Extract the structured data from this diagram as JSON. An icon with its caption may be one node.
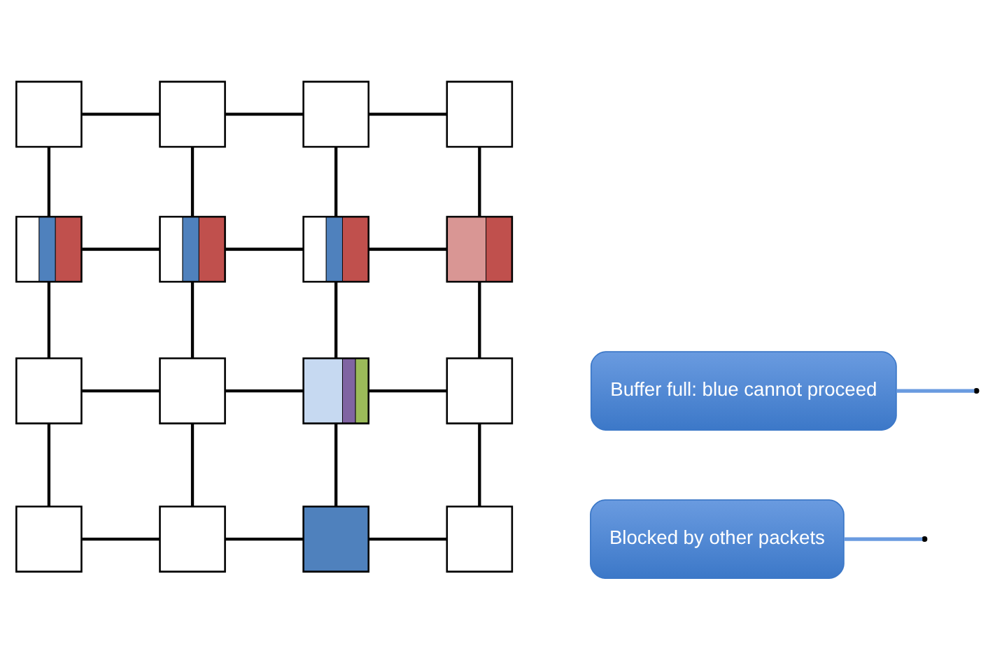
{
  "diagram": {
    "nodes": [
      {
        "text": [],
        "shape": "box"
      },
      {
        "text": [],
        "shape": "box"
      },
      {
        "text": [],
        "shape": "box"
      },
      {
        "text": [],
        "shape": "box"
      },
      {
        "text": [],
        "shape": "box"
      },
      {
        "text": [],
        "shape": "box"
      },
      {
        "text": [],
        "shape": "box"
      },
      {
        "text": [],
        "shape": "box"
      },
      {
        "text": [],
        "shape": "box"
      },
      {
        "text": [],
        "shape": "box"
      },
      {
        "text": [],
        "shape": "box"
      },
      {
        "text": [],
        "shape": "box"
      },
      {
        "text": [],
        "shape": "box"
      },
      {
        "text": [],
        "shape": "box"
      },
      {
        "text": [],
        "shape": "box"
      },
      {
        "text": [],
        "shape": "box"
      },
      {
        "text": [
          "Buffer full: blue cannot proceed"
        ]
      },
      {
        "text": [
          "Blocked by other packets"
        ]
      }
    ],
    "edges": [
      {
        "from": 0,
        "to": 1,
        "arrow": "none"
      },
      {
        "from": 1,
        "to": 2,
        "arrow": "none"
      },
      {
        "from": 2,
        "to": 3,
        "arrow": "none"
      },
      {
        "from": 0,
        "to": 4,
        "arrow": "none"
      },
      {
        "from": 1,
        "to": 5,
        "arrow": "none"
      },
      {
        "from": 2,
        "to": 6,
        "arrow": "none"
      },
      {
        "from": 3,
        "to": 7,
        "arrow": "none"
      },
      {
        "from": 4,
        "to": 5,
        "arrow": "none"
      },
      {
        "from": 5,
        "to": 6,
        "arrow": "none"
      },
      {
        "from": 6,
        "to": 7,
        "arrow": "none"
      },
      {
        "from": 4,
        "to": 8,
        "arrow": "none"
      },
      {
        "from": 5,
        "to": 9,
        "arrow": "none"
      },
      {
        "from": 6,
        "to": 10,
        "arrow": "none"
      },
      {
        "from": 7,
        "to": 11,
        "arrow": "none"
      },
      {
        "from": 8,
        "to": 9,
        "arrow": "none"
      },
      {
        "from": 9,
        "to": 10,
        "arrow": "none"
      },
      {
        "from": 10,
        "to": 11,
        "arrow": "none"
      },
      {
        "from": 8,
        "to": 12,
        "arrow": "none"
      },
      {
        "from": 9,
        "to": 13,
        "arrow": "none"
      },
      {
        "from": 10,
        "to": 14,
        "arrow": "none"
      },
      {
        "from": 11,
        "to": 15,
        "arrow": "none"
      },
      {
        "from": 12,
        "to": 13,
        "arrow": "none"
      },
      {
        "from": 13,
        "to": 14,
        "arrow": "none"
      },
      {
        "from": 14,
        "to": 15,
        "arrow": "none"
      },
      {
        "from": 16,
        "to": null,
        "arrow": "none",
        "color": "#6a9be0"
      },
      {
        "from": 17,
        "to": null,
        "arrow": "none",
        "color": "#6a9be0"
      }
    ]
  }
}
